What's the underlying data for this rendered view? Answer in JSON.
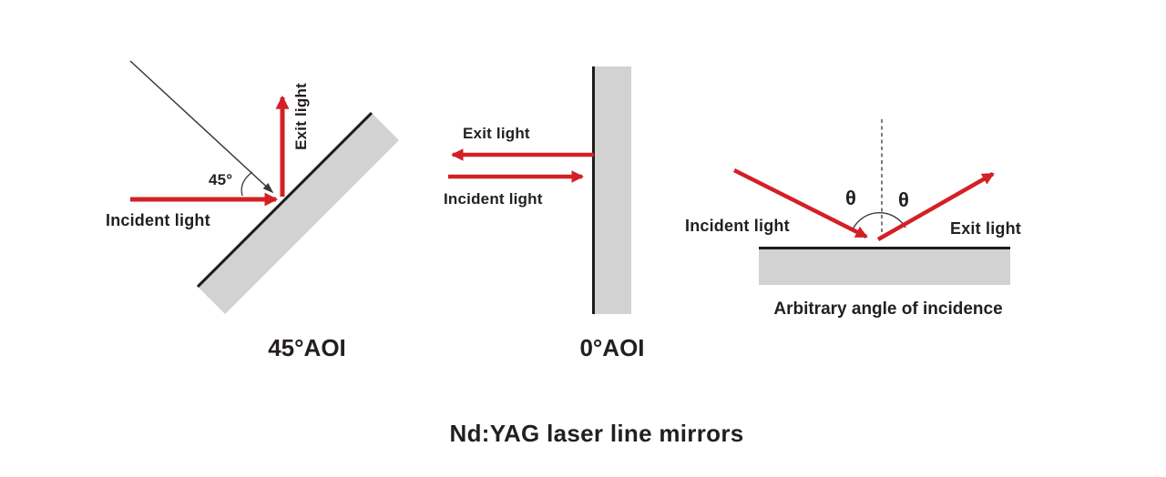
{
  "title": "Nd:YAG laser line mirrors",
  "colors": {
    "ray_red": "#d32024",
    "mirror_fill": "#d2d2d2",
    "mirror_edge": "#1c1c1c",
    "guide_line": "#3a3a3a",
    "text": "#231f20",
    "background": "#ffffff"
  },
  "diagrams": {
    "aoi45": {
      "incident_label": "Incident light",
      "exit_label": "Exit light",
      "angle_label": "45°",
      "caption": "45°AOI"
    },
    "aoi0": {
      "exit_label": "Exit light",
      "incident_label": "Incident light",
      "caption": "0°AOI"
    },
    "arbitrary": {
      "incident_label": "Incident light",
      "exit_label": "Exit light",
      "theta_left": "θ",
      "theta_right": "θ",
      "caption": "Arbitrary angle of incidence"
    }
  }
}
